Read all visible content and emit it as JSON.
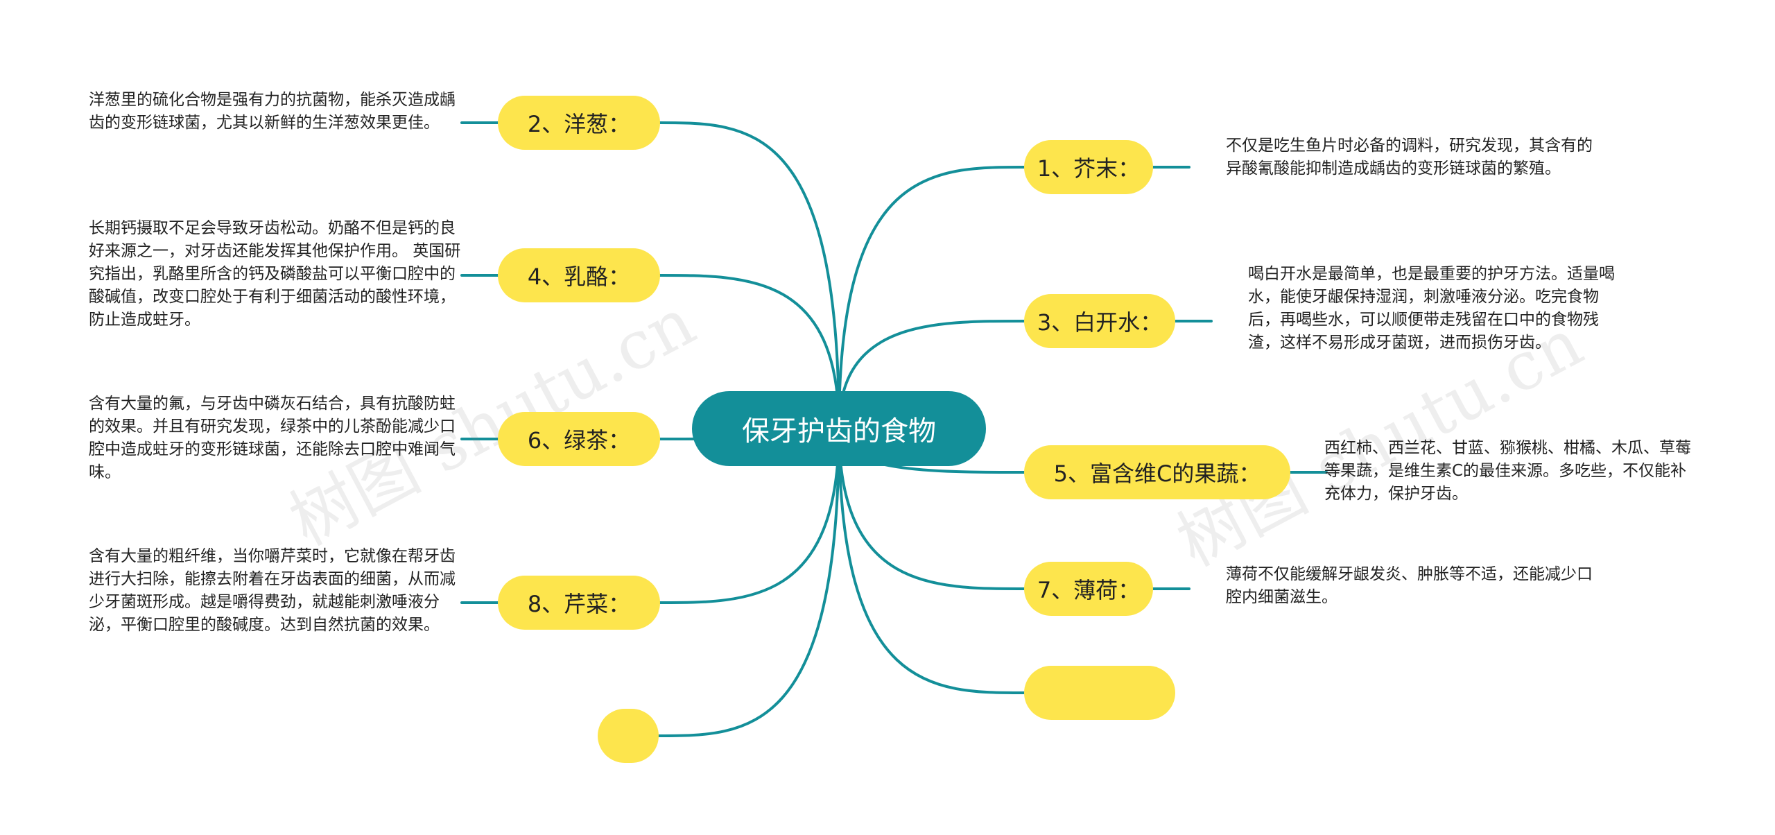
{
  "center": {
    "label": "保牙护齿的食物"
  },
  "colors": {
    "center": "#138f99",
    "node": "#fde54d",
    "line": "#138f99",
    "text": "#222222"
  },
  "nodes": [
    {
      "id": "n1",
      "label": "1、芥末：",
      "desc": "不仅是吃生鱼片时必备的调料，研究发现，其含有的异酸氰酸能抑制造成龋齿的变形链球菌的繁殖。"
    },
    {
      "id": "n2",
      "label": "2、洋葱：",
      "desc": "洋葱里的硫化合物是强有力的抗菌物，能杀灭造成龋齿的变形链球菌，尤其以新鲜的生洋葱效果更佳。"
    },
    {
      "id": "n3",
      "label": "3、白开水：",
      "desc": "喝白开水是最简单，也是最重要的护牙方法。适量喝水，能使牙龈保持湿润，刺激唾液分泌。吃完食物后，再喝些水，可以顺便带走残留在口中的食物残渣，这样不易形成牙菌斑，进而损伤牙齿。"
    },
    {
      "id": "n4",
      "label": "4、乳酪：",
      "desc": "长期钙摄取不足会导致牙齿松动。奶酪不但是钙的良好来源之一，对牙齿还能发挥其他保护作用。 英国研究指出，乳酪里所含的钙及磷酸盐可以平衡口腔中的酸碱值，改变口腔处于有利于细菌活动的酸性环境，防止造成蛀牙。"
    },
    {
      "id": "n5",
      "label": "5、富含维C的果蔬：",
      "desc": "西红柿、西兰花、甘蓝、猕猴桃、柑橘、木瓜、草莓等果蔬，是维生素C的最佳来源。多吃些，不仅能补充体力，保护牙齿。"
    },
    {
      "id": "n6",
      "label": "6、绿茶：",
      "desc": "含有大量的氟，与牙齿中磷灰石结合，具有抗酸防蛀的效果。并且有研究发现，绿茶中的儿茶酚能减少口腔中造成蛀牙的变形链球菌，还能除去口腔中难闻气味。"
    },
    {
      "id": "n7",
      "label": "7、薄荷：",
      "desc": "薄荷不仅能缓解牙龈发炎、肿胀等不适，还能减少口腔内细菌滋生。"
    },
    {
      "id": "n8",
      "label": "8、芹菜：",
      "desc": "含有大量的粗纤维，当你嚼芹菜时，它就像在帮牙齿进行大扫除，能擦去附着在牙齿表面的细菌，从而减少牙菌斑形成。越是嚼得费劲，就越能刺激唾液分泌，平衡口腔里的酸碱度。达到自然抗菌的效果。"
    },
    {
      "id": "n10",
      "label": "",
      "desc": ""
    }
  ],
  "watermarks": [
    "树图 shutu.cn",
    "树图 shutu.cn"
  ]
}
